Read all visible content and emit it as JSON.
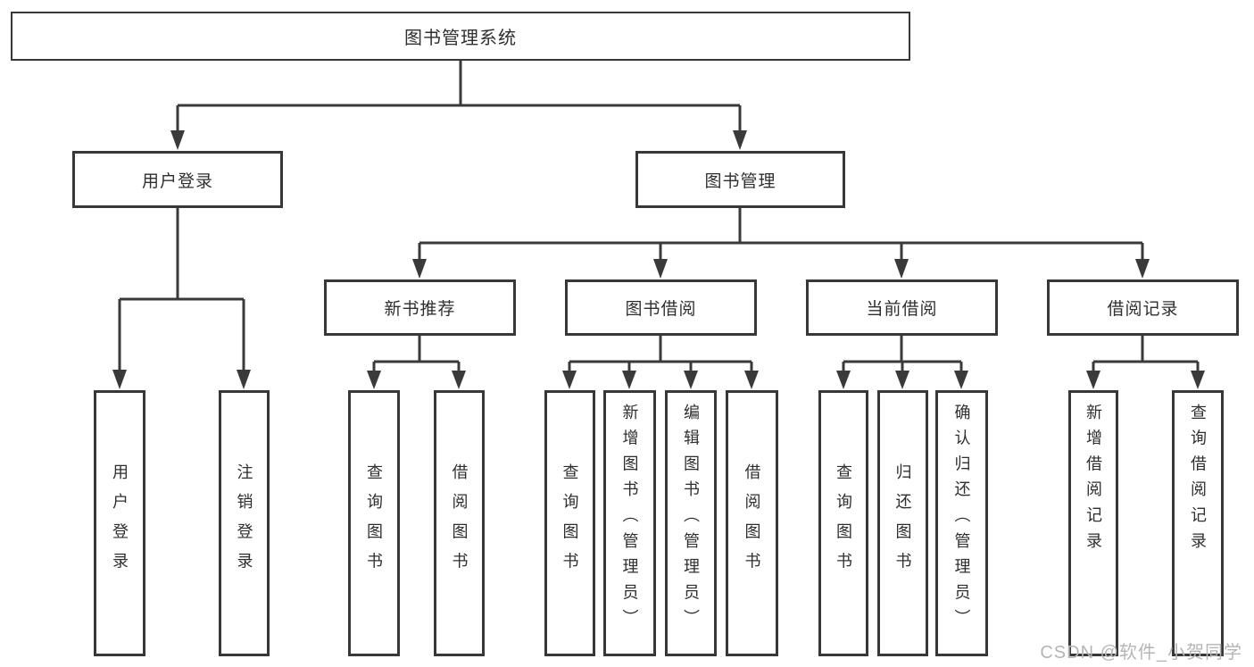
{
  "diagram": {
    "root": {
      "label": "图书管理系统"
    },
    "branches": [
      {
        "label": "用户登录",
        "children": [
          {
            "label": "用户登录"
          },
          {
            "label": "注销登录"
          }
        ]
      },
      {
        "label": "图书管理",
        "children": [
          {
            "label": "新书推荐",
            "children": [
              {
                "label": "查询图书"
              },
              {
                "label": "借阅图书"
              }
            ]
          },
          {
            "label": "图书借阅",
            "children": [
              {
                "label": "查询图书"
              },
              {
                "label": "新增图书（管理员）"
              },
              {
                "label": "编辑图书（管理员）"
              },
              {
                "label": "借阅图书"
              }
            ]
          },
          {
            "label": "当前借阅",
            "children": [
              {
                "label": "查询图书"
              },
              {
                "label": "归还图书"
              },
              {
                "label": "确认归还（管理员）"
              }
            ]
          },
          {
            "label": "借阅记录",
            "children": [
              {
                "label": "新增借阅记录"
              },
              {
                "label": "查询借阅记录"
              }
            ]
          }
        ]
      }
    ]
  },
  "watermark": {
    "text": "CSDN @软件_小贺同学"
  },
  "colors": {
    "line": "#3a3a3a",
    "border": "#383838",
    "text": "#2f2f2f",
    "background": "#ffffff",
    "watermark": "#b5b5b5"
  }
}
